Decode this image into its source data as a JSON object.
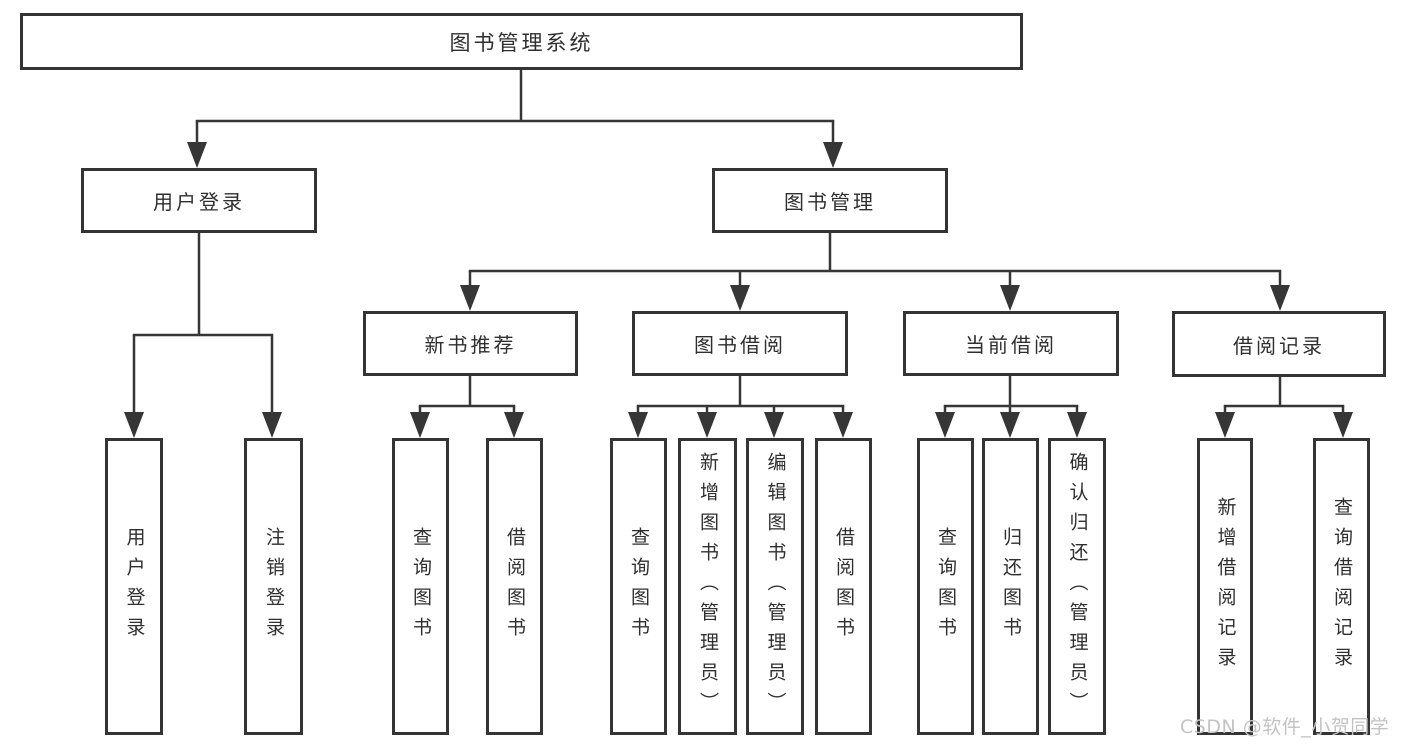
{
  "diagram_type": "hierarchy-tree",
  "colors": {
    "line": "#363636",
    "text": "#2f2f2f",
    "background": "#ffffff",
    "watermark": "#c3c3c3"
  },
  "tree": {
    "label": "图书管理系统",
    "children": [
      {
        "label": "用户登录",
        "children": [
          {
            "label": "用户登录"
          },
          {
            "label": "注销登录"
          }
        ]
      },
      {
        "label": "图书管理",
        "children": [
          {
            "label": "新书推荐",
            "children": [
              {
                "label": "查询图书"
              },
              {
                "label": "借阅图书"
              }
            ]
          },
          {
            "label": "图书借阅",
            "children": [
              {
                "label": "查询图书"
              },
              {
                "label": "新增图书（管理员）"
              },
              {
                "label": "编辑图书（管理员）"
              },
              {
                "label": "借阅图书"
              }
            ]
          },
          {
            "label": "当前借阅",
            "children": [
              {
                "label": "查询图书"
              },
              {
                "label": "归还图书"
              },
              {
                "label": "确认归还（管理员）"
              }
            ]
          },
          {
            "label": "借阅记录",
            "children": [
              {
                "label": "新增借阅记录"
              },
              {
                "label": "查询借阅记录"
              }
            ]
          }
        ]
      }
    ]
  },
  "watermark": "CSDN @软件_小贺同学"
}
